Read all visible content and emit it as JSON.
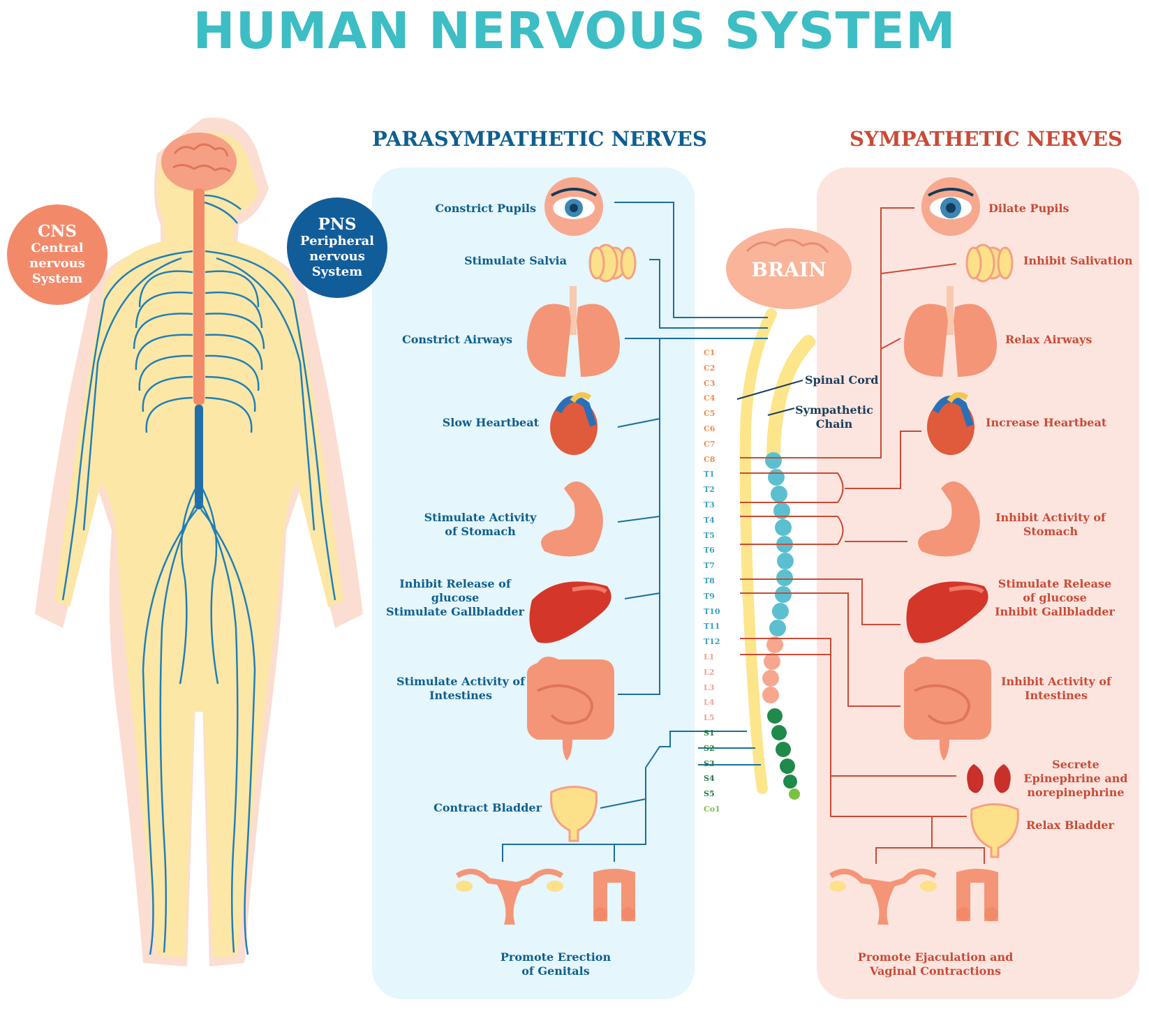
{
  "title": "HUMAN NERVOUS SYSTEM",
  "colors": {
    "title": "#3dbdc4",
    "para_header": "#0d5f8f",
    "symp_header": "#c94a36",
    "para_panel": "#e5f6fc",
    "symp_panel": "#fde5df",
    "para_text": "#0d5f8f",
    "symp_text": "#c94a36",
    "cns_circle": "#f28a6a",
    "pns_circle": "#115d9a",
    "nerve": "#1f7fb8",
    "body": "#fde7a6",
    "brain": "#f5a084"
  },
  "headers": {
    "parasympathetic": "PARASYMPATHETIC NERVES",
    "sympathetic": "SYMPATHETIC NERVES"
  },
  "cns": {
    "abbr": "CNS",
    "line1": "Central",
    "line2": "nervous",
    "line3": "System"
  },
  "pns": {
    "abbr": "PNS",
    "line1": "Peripheral",
    "line2": "nervous",
    "line3": "System"
  },
  "center": {
    "brain": "BRAIN",
    "spinal_cord": "Spinal Cord",
    "sympathetic_chain_line1": "Sympathetic",
    "sympathetic_chain_line2": "Chain"
  },
  "segments": [
    "C1",
    "C2",
    "C3",
    "C4",
    "C5",
    "C6",
    "C7",
    "C8",
    "T1",
    "T2",
    "T3",
    "T4",
    "T5",
    "T6",
    "T7",
    "T8",
    "T9",
    "T10",
    "T11",
    "T12",
    "L1",
    "L2",
    "L3",
    "L4",
    "L5",
    "S1",
    "S2",
    "S3",
    "S4",
    "S5",
    "Co1"
  ],
  "parasympathetic": {
    "pupils": "Constrict Pupils",
    "salvia": "Stimulate Salvia",
    "airways": "Constrict Airways",
    "heart": "Slow Heartbeat",
    "stomach_1": "Stimulate Activity",
    "stomach_2": "of Stomach",
    "liver_1": "Inhibit Release of",
    "liver_2": "glucose",
    "liver_3": "Stimulate Gallbladder",
    "intestines_1": "Stimulate Activity of",
    "intestines_2": "Intestines",
    "bladder": "Contract Bladder",
    "genitals_1": "Promote Erection",
    "genitals_2": "of Genitals"
  },
  "sympathetic": {
    "pupils": "Dilate Pupils",
    "salivation": "Inhibit Salivation",
    "airways": "Relax Airways",
    "heart": "Increase Heartbeat",
    "stomach_1": "Inhibit Activity of",
    "stomach_2": "Stomach",
    "liver_1": "Stimulate Release",
    "liver_2": "of glucose",
    "liver_3": "Inhibit Gallbladder",
    "intestines_1": "Inhibit Activity of",
    "intestines_2": "Intestines",
    "adrenal_1": "Secrete",
    "adrenal_2": "Epinephrine and",
    "adrenal_3": "norepinephrine",
    "bladder": "Relax Bladder",
    "genitals_1": "Promote Ejaculation and",
    "genitals_2": "Vaginal Contractions"
  }
}
